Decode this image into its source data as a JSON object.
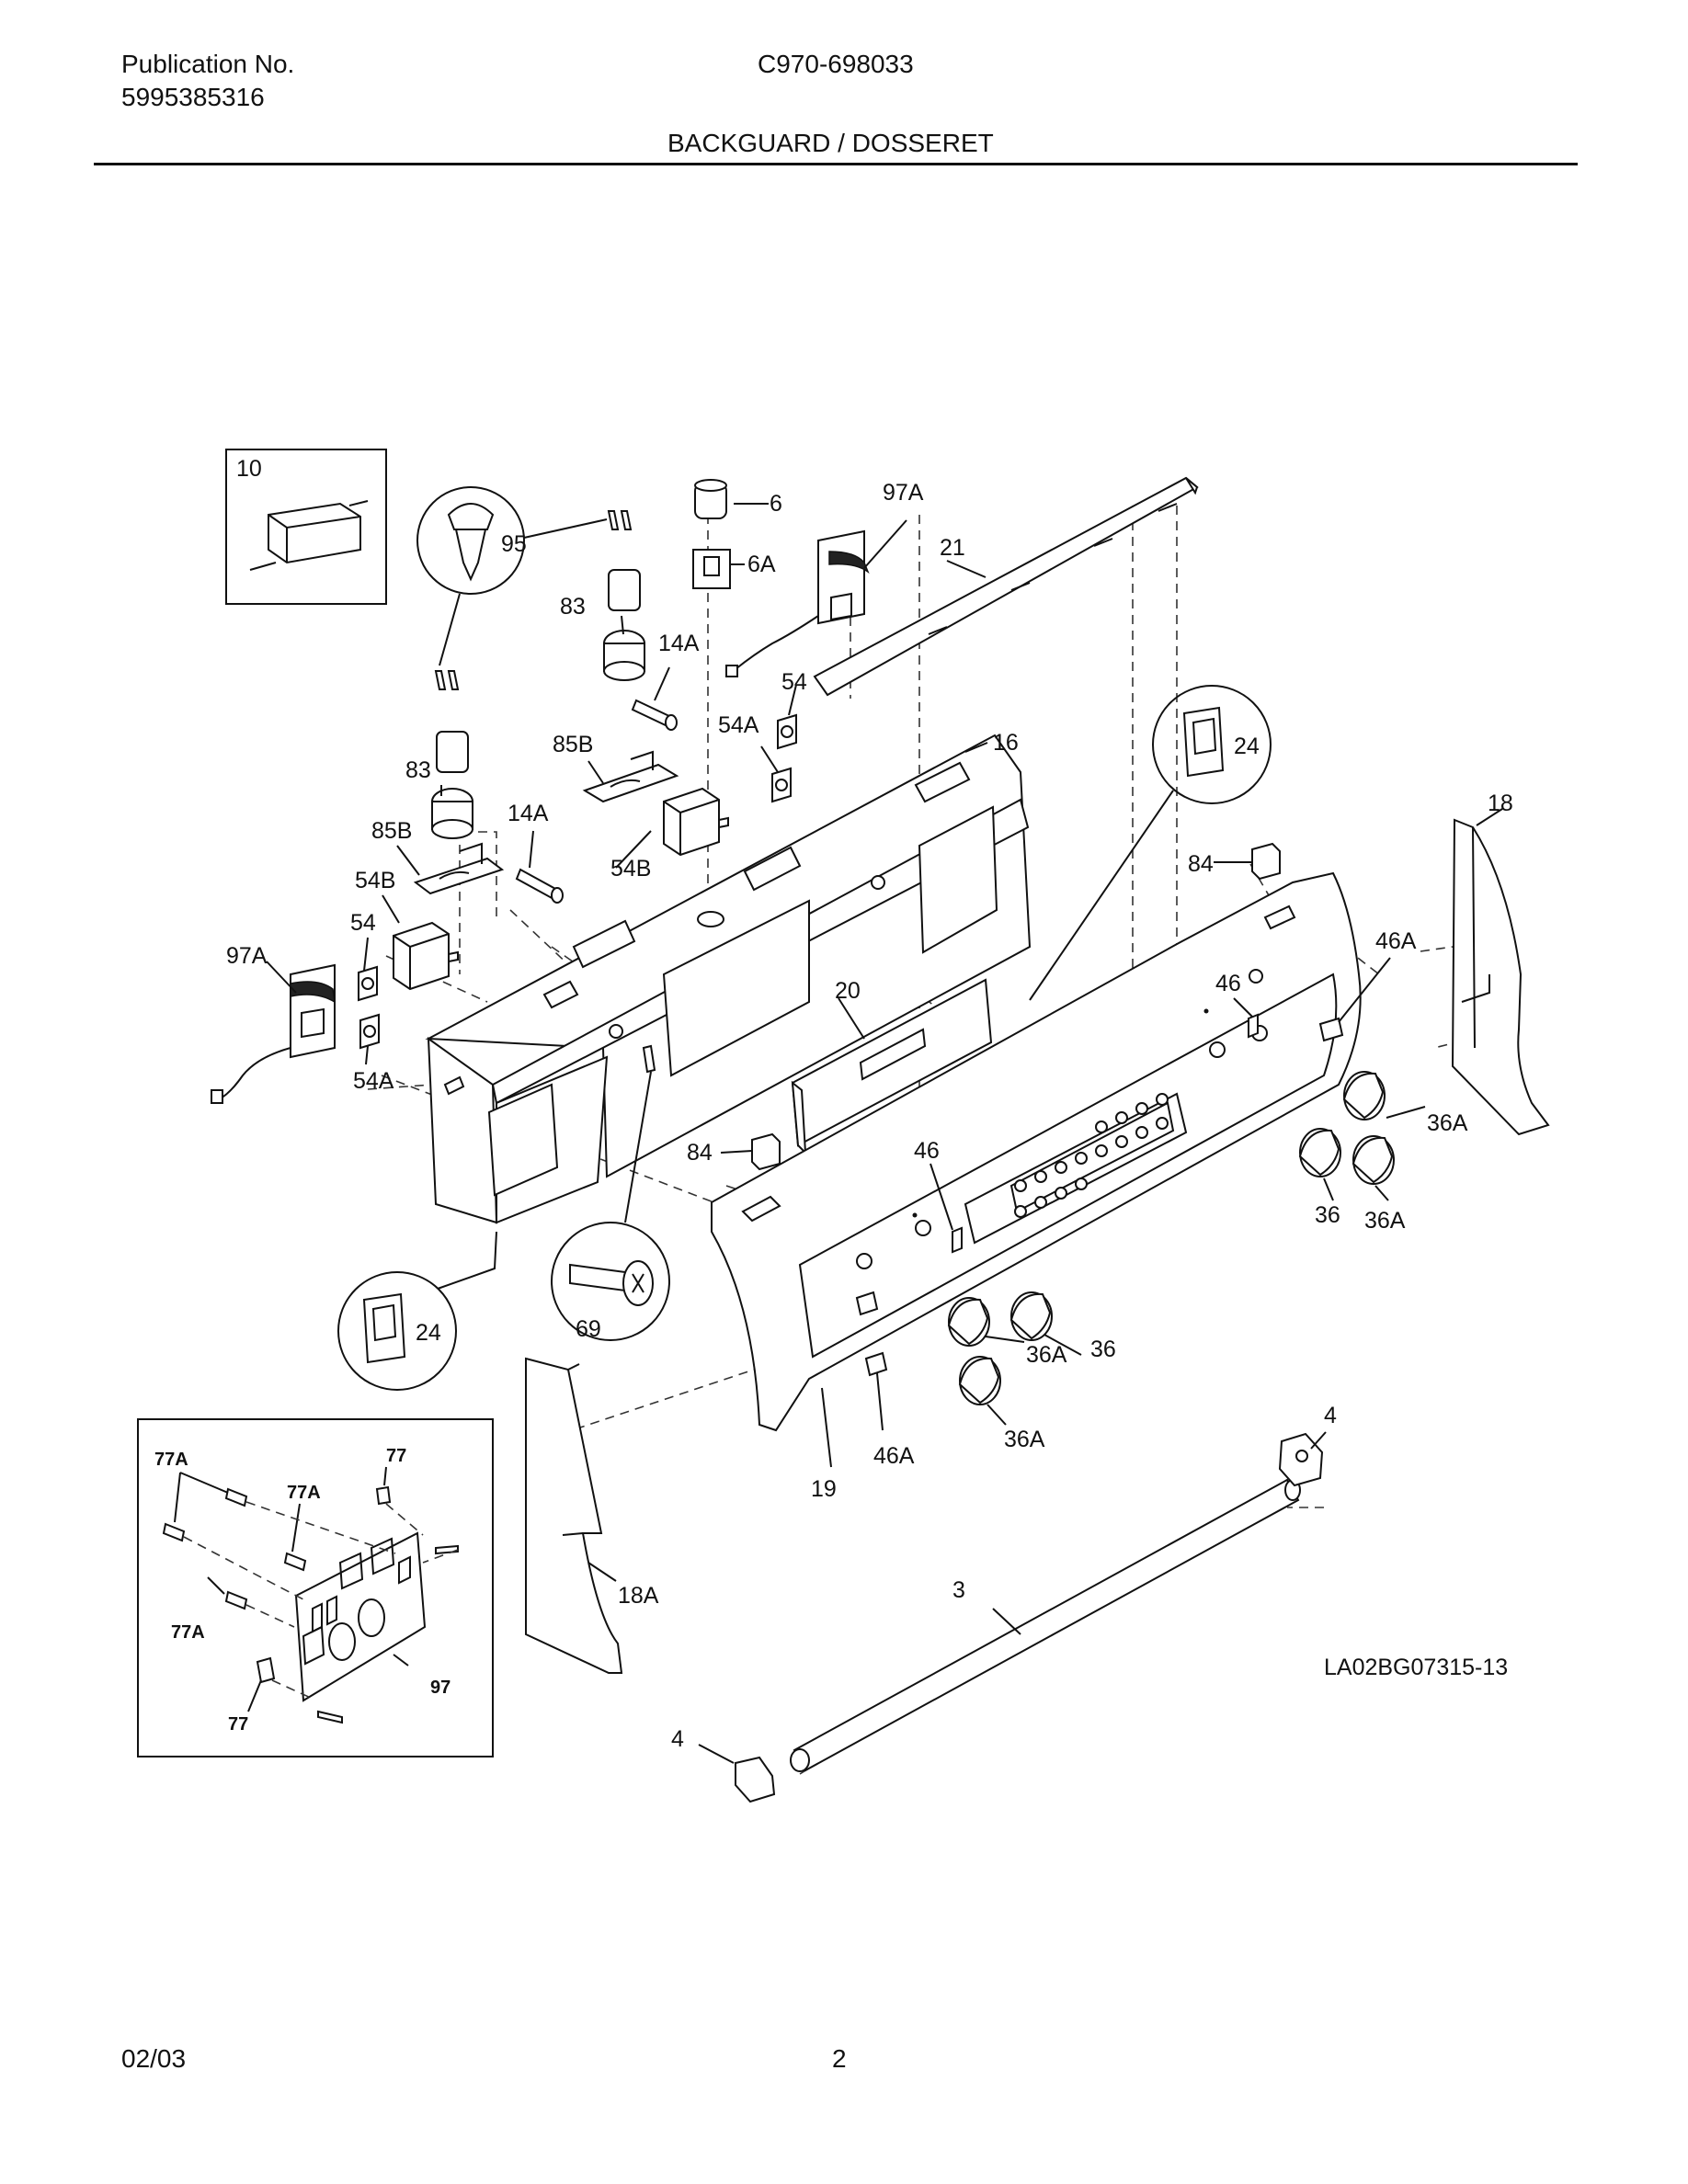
{
  "header": {
    "publication_label": "Publication No.",
    "publication_number": "5995385316",
    "model": "C970-698033",
    "section_title": "BACKGUARD / DOSSERET"
  },
  "footer": {
    "date": "02/03",
    "page": "2"
  },
  "diagram": {
    "drawing_code": "LA02BG07315-13",
    "labels": {
      "l10": "10",
      "l95": "95",
      "l6": "6",
      "l6A": "6A",
      "l97A_top": "97A",
      "l21": "21",
      "l83_top": "83",
      "l14A_top": "14A",
      "l54_top": "54",
      "l54A_top": "54A",
      "l85B_top": "85B",
      "l16": "16",
      "l24_right": "24",
      "l18": "18",
      "l83_left": "83",
      "l14A_left": "14A",
      "l85B_left": "85B",
      "l54B_top": "54B",
      "l54B_left": "54B",
      "l54_left": "54",
      "l97A_left": "97A",
      "l54A_left": "54A",
      "l84_right": "84",
      "l46A_right": "46A",
      "l46_right": "46",
      "l20": "20",
      "l36A_right1": "36A",
      "l36": "36",
      "l36A_right2": "36A",
      "l84_mid": "84",
      "l46_mid": "46",
      "l69": "69",
      "l24_left": "24",
      "l36A_mid": "36A",
      "l36_mid": "36",
      "l36A_low": "36A",
      "l46A_low": "46A",
      "l19": "19",
      "l4_right": "4",
      "l18A": "18A",
      "l3": "3",
      "l4_left": "4",
      "inset_77A_a": "77A",
      "inset_77": "77",
      "inset_77A_b": "77A",
      "inset_77A_c": "77A",
      "inset_97": "97",
      "inset_77_b": "77"
    }
  }
}
